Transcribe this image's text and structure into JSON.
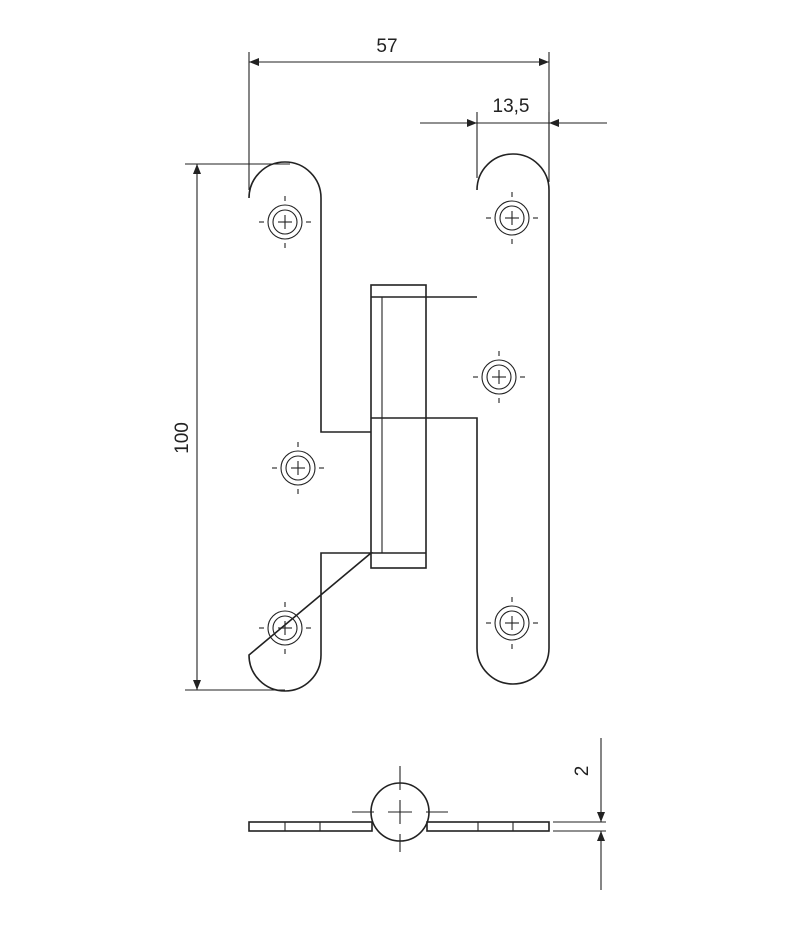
{
  "drawing": {
    "dimensions": {
      "overall_width": "57",
      "leaf_width": "13,5",
      "height": "100",
      "thickness": "2"
    }
  }
}
